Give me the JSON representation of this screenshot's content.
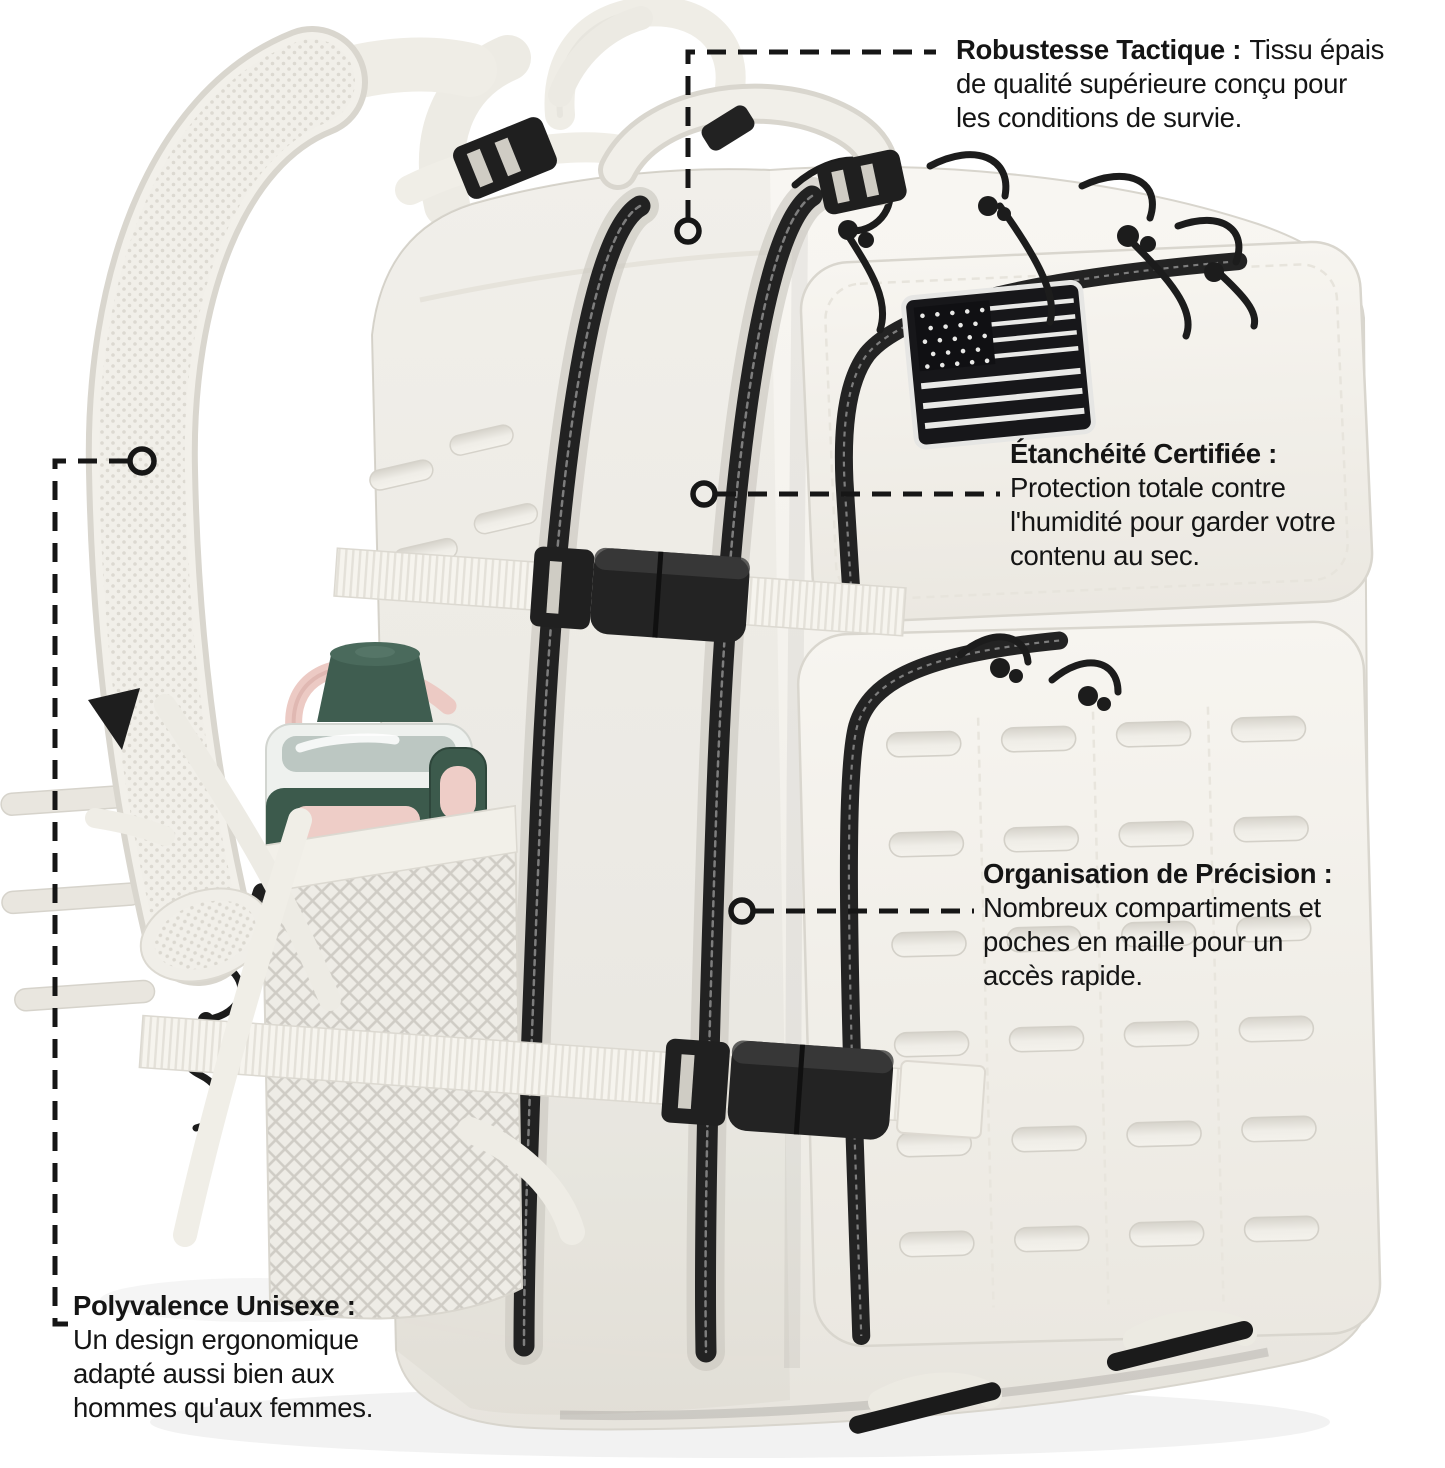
{
  "page": {
    "background": "#ffffff",
    "language": "fr"
  },
  "colors": {
    "text": "#151515",
    "callout_line": "#161616",
    "fabric": "#f3f1ec",
    "fabric_shadow": "#dcd9d2",
    "hardware_black": "#1e1e1e",
    "bottle_green": "#3c5a4c",
    "bottle_pink": "#ecc8c2",
    "mesh_gray": "#d8d5ce"
  },
  "illustration": {
    "subject": "white tactical molle backpack",
    "patch": "us-flag-patch",
    "side_item": "water-bottle-in-mesh-pocket"
  },
  "annotations": {
    "robustesse": {
      "title": "Robustesse Tactique :",
      "text": "Tissu épais de qualité supérieure conçu pour les conditions de survie.",
      "lines": [
        "Tissu épais",
        "de qualité supérieure conçu pour",
        "les conditions de survie."
      ]
    },
    "etancheite": {
      "title": "Étanchéité Certifiée :",
      "text": "Protection totale contre l'humidité pour garder votre contenu au sec.",
      "lines": [
        "Protection totale contre",
        "l'humidité pour garder votre",
        "contenu au sec."
      ]
    },
    "organisation": {
      "title": "Organisation de Précision :",
      "text": "Nombreux compartiments et poches en maille pour un accès rapide.",
      "lines": [
        "Nombreux compartiments et",
        "poches en maille pour un",
        "accès rapide."
      ]
    },
    "polyvalence": {
      "title": "Polyvalence Unisexe :",
      "text": "Un design ergonomique adapté aussi bien aux hommes qu'aux femmes.",
      "lines": [
        "Un design ergonomique",
        "adapté aussi bien aux",
        "hommes qu'aux femmes."
      ]
    }
  }
}
